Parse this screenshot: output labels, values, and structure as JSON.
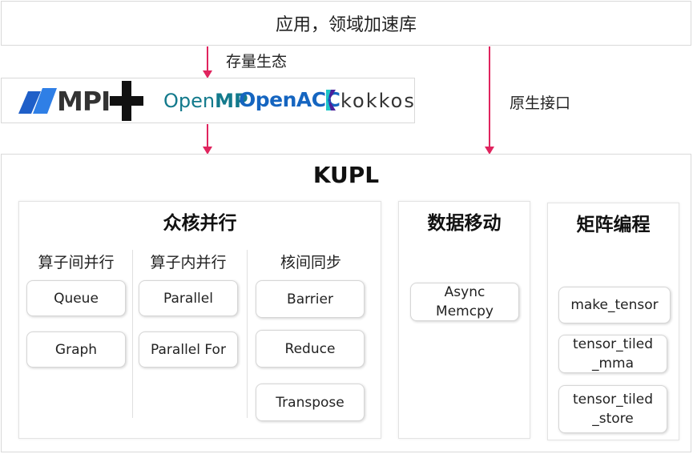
{
  "top": {
    "title": "应用，领域加速库"
  },
  "labels": {
    "existing_ecosystem": "存量生态",
    "native_interface": "原生接口"
  },
  "ecosystem": {
    "mpi": "MPI",
    "openmp_open": "Open",
    "openmp_mp": "MP",
    "openacc": "OpenACC",
    "kokkos": "kokkos"
  },
  "kupl": {
    "title": "KUPL",
    "manycore": {
      "title": "众核并行",
      "inter_op": {
        "title": "算子间并行",
        "items": [
          "Queue",
          "Graph"
        ]
      },
      "intra_op": {
        "title": "算子内并行",
        "items": [
          "Parallel",
          "Parallel For"
        ]
      },
      "sync": {
        "title": "核间同步",
        "items": [
          "Barrier",
          "Reduce",
          "Transpose"
        ]
      }
    },
    "data_movement": {
      "title": "数据移动",
      "items": [
        "Async Memcpy"
      ]
    },
    "matrix": {
      "title": "矩阵编程",
      "items": [
        "make_tensor",
        "tensor_tiled _mma",
        "tensor_tiled _store"
      ]
    }
  },
  "colors": {
    "arrow": "#e0245e",
    "mpi_blue": "#1f5fc8",
    "openmp_teal": "#137a8c",
    "openacc_blue": "#1565c0",
    "kokkos_purple": "#4b1f9b"
  }
}
